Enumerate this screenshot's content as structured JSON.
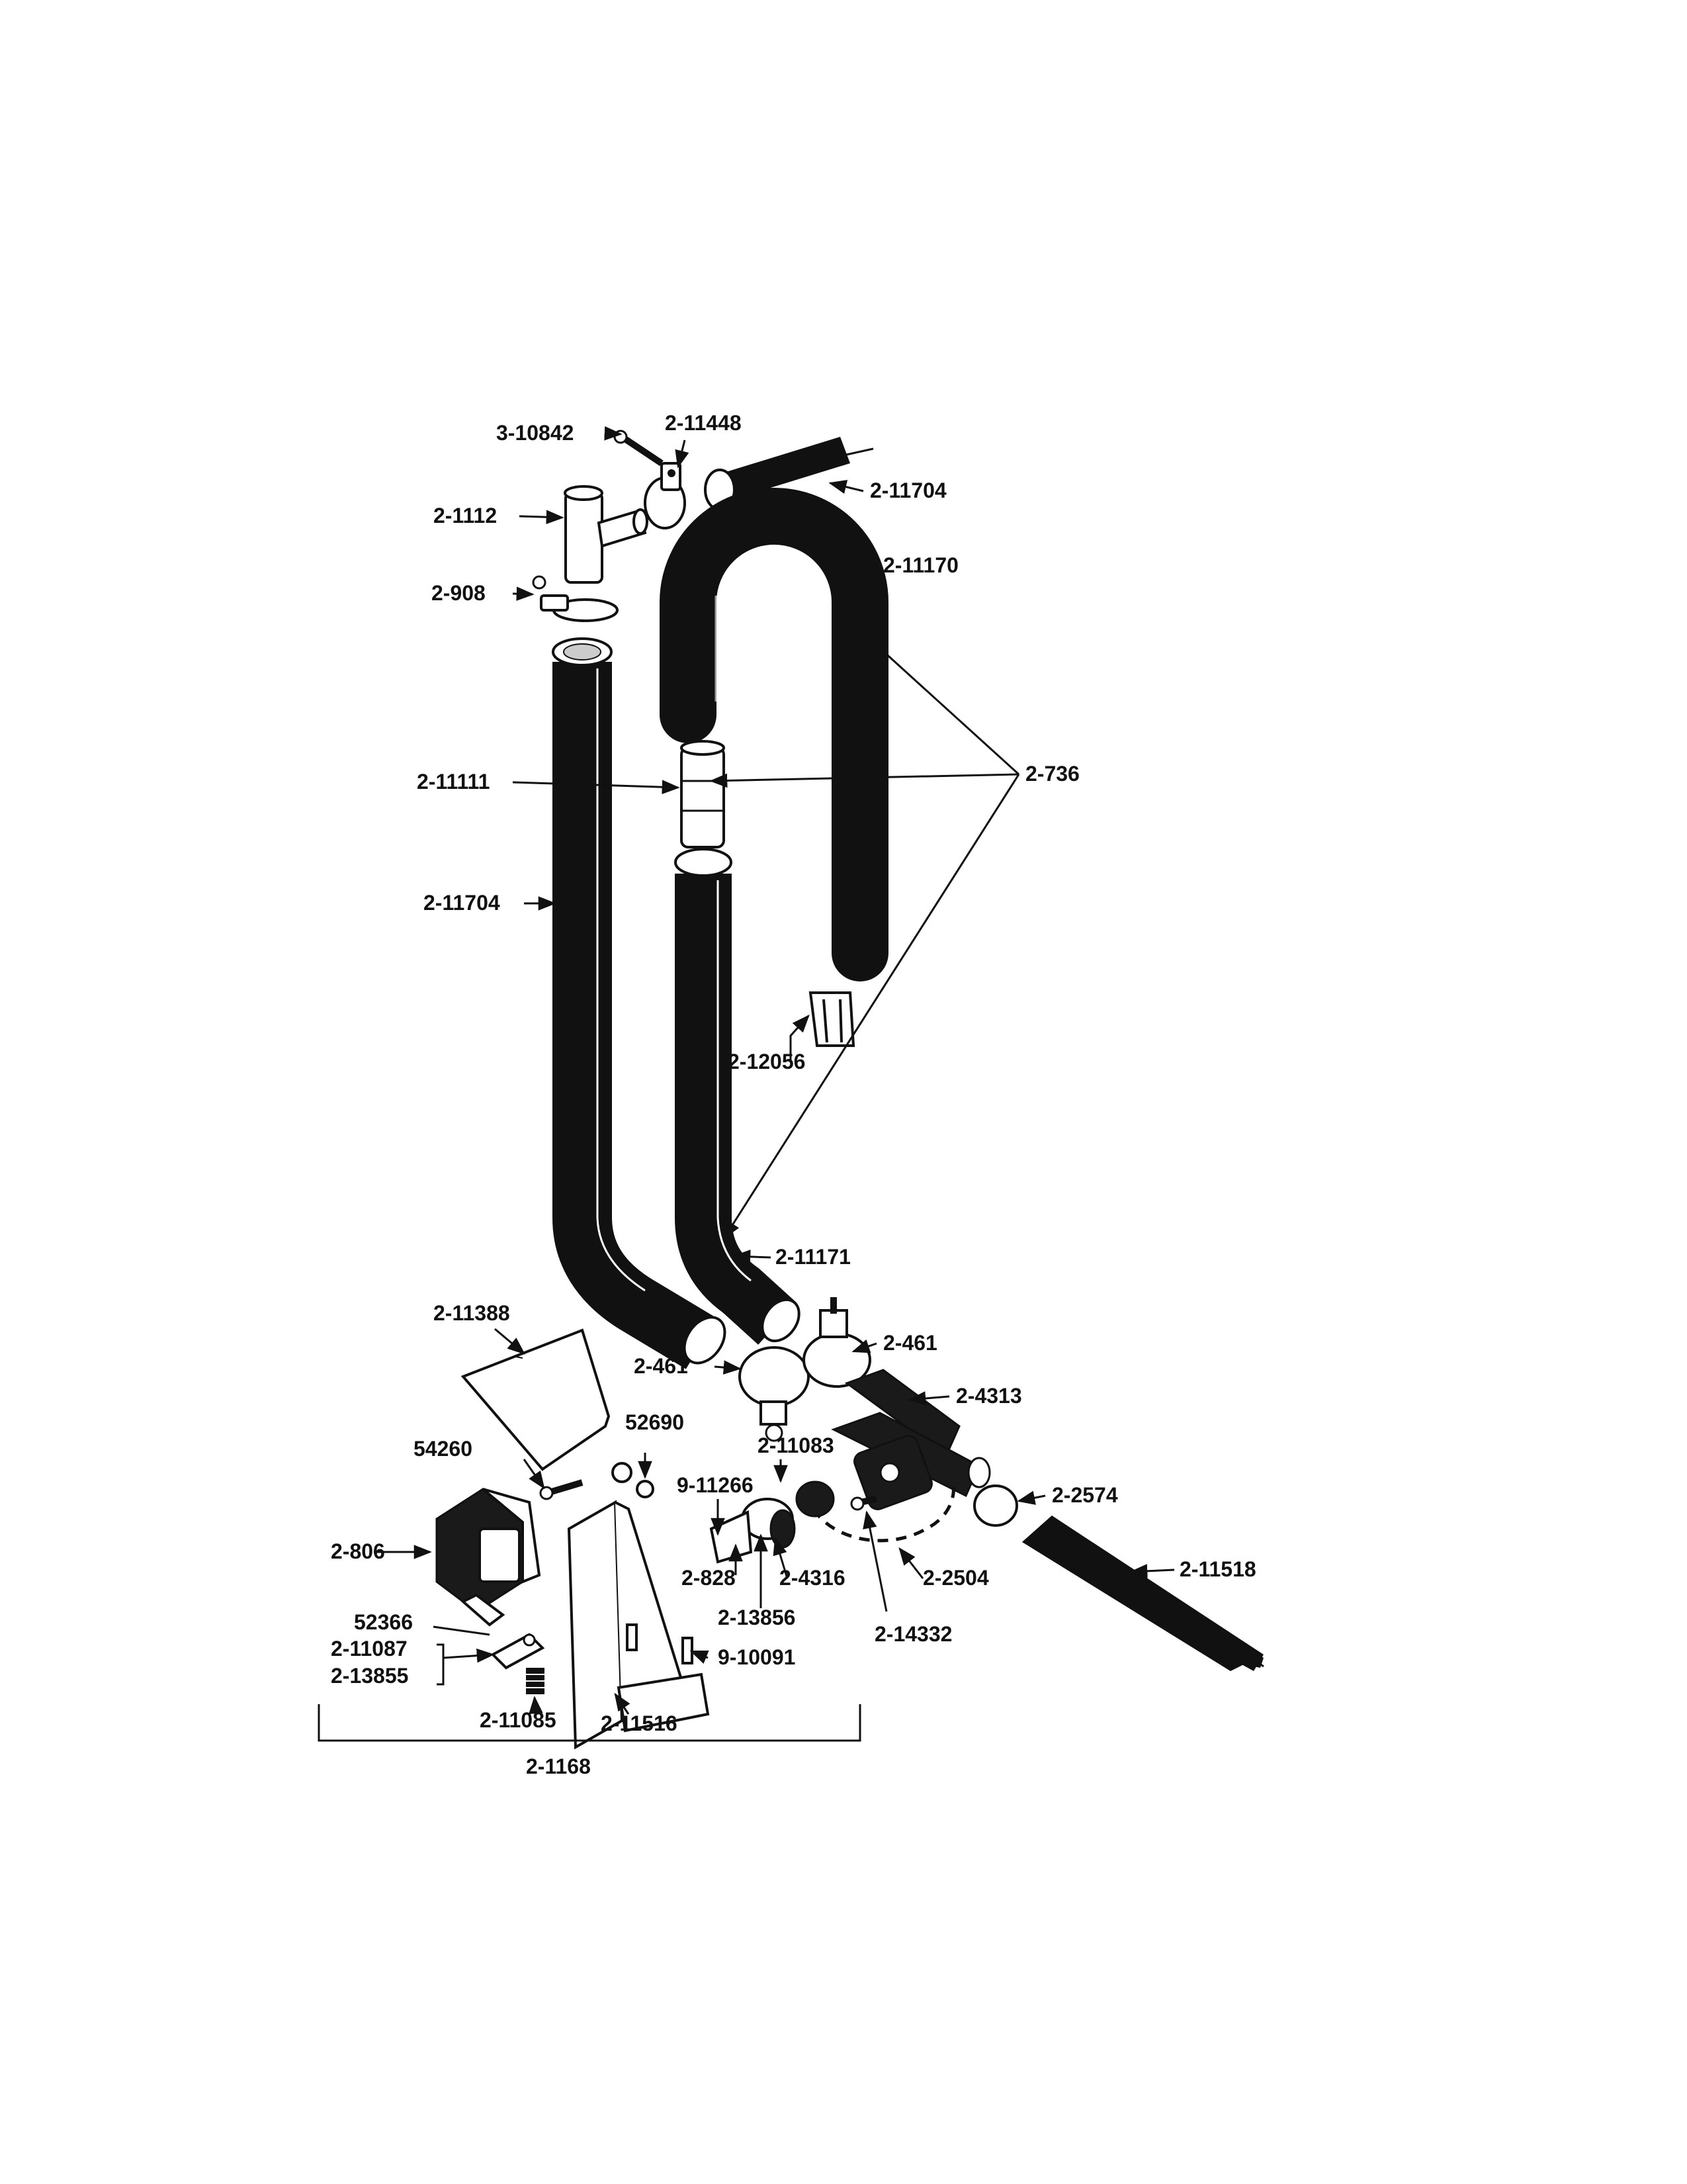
{
  "parts": {
    "p3_10842": "3-10842",
    "p2_11448": "2-11448",
    "p2_11704_top": "2-11704",
    "p2_1112": "2-1112",
    "p2_11170": "2-11170",
    "p2_908": "2-908",
    "p2_736": "2-736",
    "p2_11111": "2-11111",
    "p2_11704_left": "2-11704",
    "p2_12056": "2-12056",
    "p2_11171": "2-11171",
    "p2_11388": "2-11388",
    "p2_461_right": "2-461",
    "p2_461_left": "2-461",
    "p2_4313": "2-4313",
    "p52690": "52690",
    "p2_11083": "2-11083",
    "p54260": "54260",
    "p9_11266": "9-11266",
    "p2_2574": "2-2574",
    "p2_806": "2-806",
    "p2_11518": "2-11518",
    "p2_828": "2-828",
    "p2_4316": "2-4316",
    "p2_2504": "2-2504",
    "p2_13856": "2-13856",
    "p2_14332": "2-14332",
    "p52366": "52366",
    "p2_11087": "2-11087",
    "p2_13855": "2-13855",
    "p9_10091": "9-10091",
    "p2_11085": "2-11085",
    "p2_11516": "2-11516",
    "p2_1168": "2-1168"
  }
}
